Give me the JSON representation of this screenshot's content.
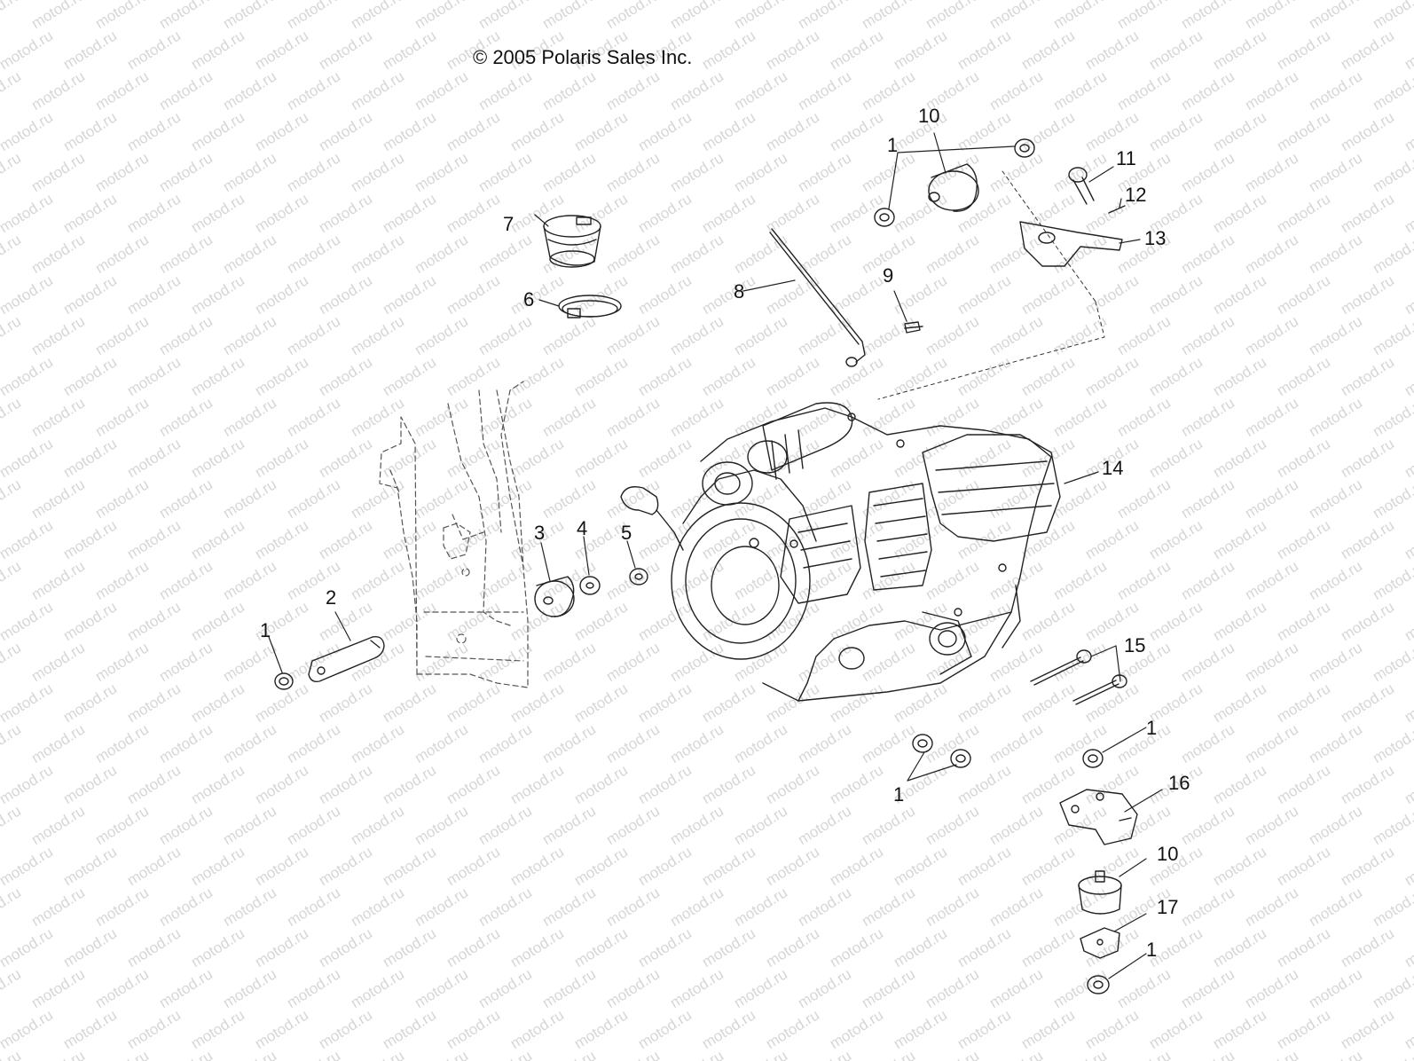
{
  "copyright": "© 2005 Polaris Sales Inc.",
  "watermark": "motod.ru",
  "callouts": [
    {
      "id": "c1a",
      "label": "1"
    },
    {
      "id": "c2",
      "label": "2"
    },
    {
      "id": "c3",
      "label": "3"
    },
    {
      "id": "c4",
      "label": "4"
    },
    {
      "id": "c5",
      "label": "5"
    },
    {
      "id": "c6",
      "label": "6"
    },
    {
      "id": "c7",
      "label": "7"
    },
    {
      "id": "c8",
      "label": "8"
    },
    {
      "id": "c9",
      "label": "9"
    },
    {
      "id": "c10a",
      "label": "10"
    },
    {
      "id": "c1b",
      "label": "1"
    },
    {
      "id": "c11",
      "label": "11"
    },
    {
      "id": "c12",
      "label": "12"
    },
    {
      "id": "c13",
      "label": "13"
    },
    {
      "id": "c14",
      "label": "14"
    },
    {
      "id": "c15",
      "label": "15"
    },
    {
      "id": "c1c",
      "label": "1"
    },
    {
      "id": "c1d",
      "label": "1"
    },
    {
      "id": "c16",
      "label": "16"
    },
    {
      "id": "c10b",
      "label": "10"
    },
    {
      "id": "c17",
      "label": "17"
    },
    {
      "id": "c1e",
      "label": "1"
    }
  ]
}
